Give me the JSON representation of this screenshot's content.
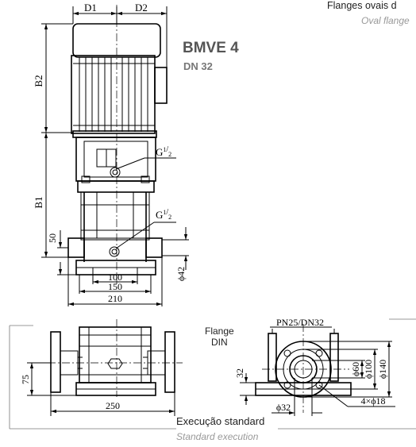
{
  "model": "BMVE 4",
  "dn": "DN 32",
  "oval_flange_pt": "Flanges ovais d",
  "oval_flange_en": "Oval flange",
  "flange_label_1": "Flange",
  "flange_label_2": "DIN",
  "pn_label": "PN25/DN32",
  "exec_pt": "Execução standard",
  "exec_en": "Standard execution",
  "dims": {
    "d1": "D1",
    "d2": "D2",
    "b1": "B1",
    "b2": "B2",
    "g_top": "G",
    "g_bottom": "G",
    "g_frac_num": "1",
    "g_frac_den": "2",
    "h50": "50",
    "w100": "100",
    "w150": "150",
    "w210": "210",
    "phi42": "ϕ42",
    "h75": "75",
    "w250": "250",
    "h32": "32",
    "phi32": "ϕ32",
    "phi60": "ϕ60",
    "phi100": "ϕ100",
    "phi140": "ϕ140",
    "holes": "4×ϕ18"
  }
}
